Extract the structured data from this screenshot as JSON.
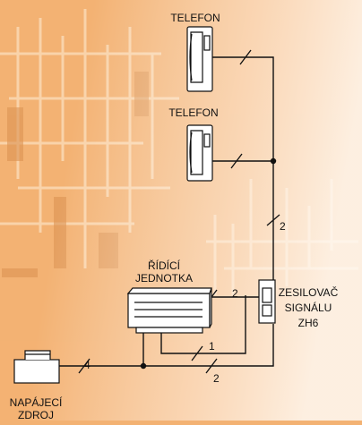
{
  "labels": {
    "phone_top": "TELEFON",
    "phone_mid": "TELEFON",
    "control_unit_line1": "ŘÍDÍCÍ",
    "control_unit_line2": "JEDNOTKA",
    "amplifier_line1": "ZESILOVAČ",
    "amplifier_line2": "SIGNÁLU",
    "amplifier_line3": "ZH6",
    "power_line1": "NAPÁJECÍ",
    "power_line2": "ZDROJ"
  },
  "wire_counts": {
    "riser": "2",
    "control_to_amp_upper": "2",
    "control_to_amp_lower": "1",
    "bottom_bus": "2",
    "power_feed": "4"
  },
  "colors": {
    "background": "#f3b273",
    "pattern_light": "#fbd9b4",
    "pattern_dark": "#d98f4e",
    "line": "#111111",
    "device_fill": "#ffffff"
  }
}
